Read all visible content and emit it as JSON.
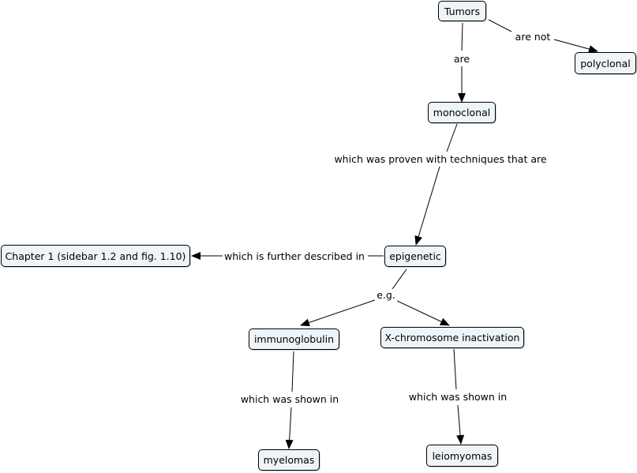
{
  "concepts": {
    "tumors": "Tumors",
    "polyclonal": "polyclonal",
    "monoclonal": "monoclonal",
    "epigenetic": "epigenetic",
    "chapter": "Chapter 1 (sidebar 1.2 and fig. 1.10)",
    "immunoglobulin": "immunoglobulin",
    "x_inactivation": "X-chromosome inactivation",
    "myelomas": "myelomas",
    "leiomyomas": "leiomyomas"
  },
  "links": {
    "are_not": "are not",
    "are": "are",
    "proven": "which was proven with techniques that are",
    "described": "which is further described in",
    "eg": "e.g.",
    "shown_1": "which was shown in",
    "shown_2": "which was shown in"
  }
}
